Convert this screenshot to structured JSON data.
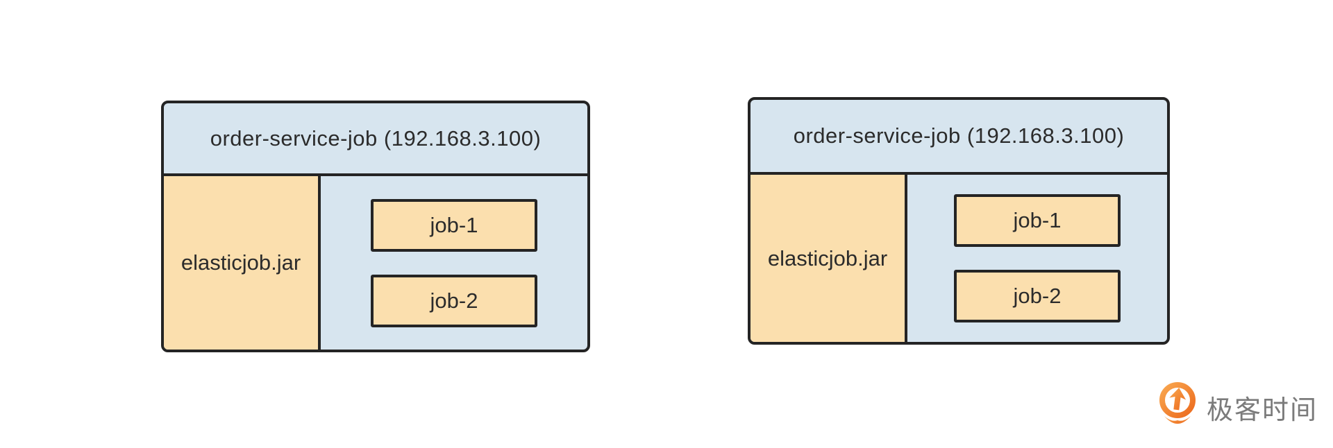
{
  "page": {
    "background": "#FFFFFF"
  },
  "diagram": {
    "nodes": [
      {
        "title": "order-service-job (192.168.3.100)",
        "jar_label": "elasticjob.jar",
        "jobs": [
          {
            "label": "job-1"
          },
          {
            "label": "job-2"
          }
        ]
      },
      {
        "title": "order-service-job (192.168.3.100)",
        "jar_label": "elasticjob.jar",
        "jobs": [
          {
            "label": "job-1"
          },
          {
            "label": "job-2"
          }
        ]
      }
    ],
    "colors": {
      "node_fill": "#D7E5EF",
      "accent_fill": "#FBDFAE",
      "border": "#242424",
      "text": "#2B2B2B"
    }
  },
  "branding": {
    "logo_text": "极客时间",
    "logo_icon": "geektime-pin-arrow-icon",
    "logo_colors": {
      "orange_light": "#F9A74F",
      "orange_dark": "#EC6A1D",
      "text_gray": "#7B7B7B"
    }
  }
}
